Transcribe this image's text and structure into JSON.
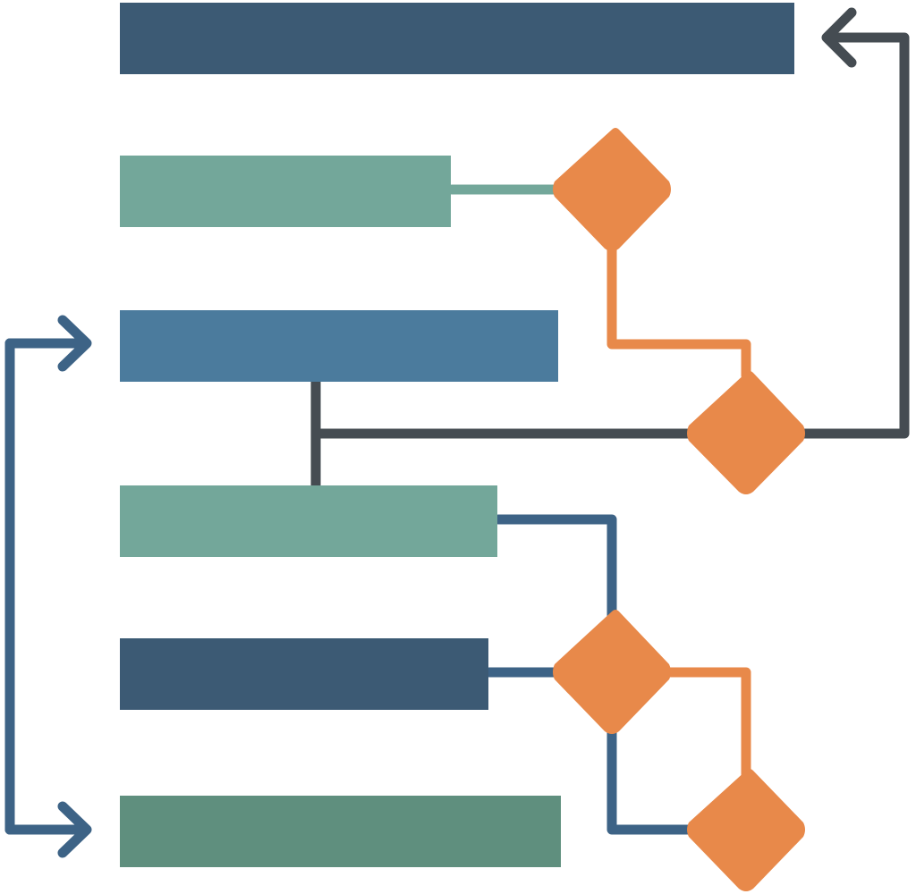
{
  "palette": {
    "background": "#ffffff",
    "navy": "#3c5a74",
    "steel_blue": "#4b7b9d",
    "teal": "#73a79a",
    "sea_green": "#5f8f7e",
    "orange": "#e8894a",
    "charcoal": "#454c52",
    "connector_blue": "#3d6386"
  },
  "bars": [
    {
      "id": "bar-1",
      "color": "navy"
    },
    {
      "id": "bar-2",
      "color": "teal"
    },
    {
      "id": "bar-3",
      "color": "steel_blue"
    },
    {
      "id": "bar-4",
      "color": "teal"
    },
    {
      "id": "bar-5",
      "color": "navy"
    },
    {
      "id": "bar-6",
      "color": "sea_green"
    }
  ],
  "decisions": [
    {
      "id": "decision-1",
      "color": "orange"
    },
    {
      "id": "decision-2",
      "color": "orange"
    },
    {
      "id": "decision-3",
      "color": "orange"
    },
    {
      "id": "decision-4",
      "color": "orange"
    }
  ],
  "arrows": [
    {
      "id": "return-arrow-to-bar-1",
      "color": "charcoal"
    },
    {
      "id": "arrow-to-bar-3",
      "color": "connector_blue"
    },
    {
      "id": "arrow-to-bar-6",
      "color": "connector_blue"
    }
  ]
}
